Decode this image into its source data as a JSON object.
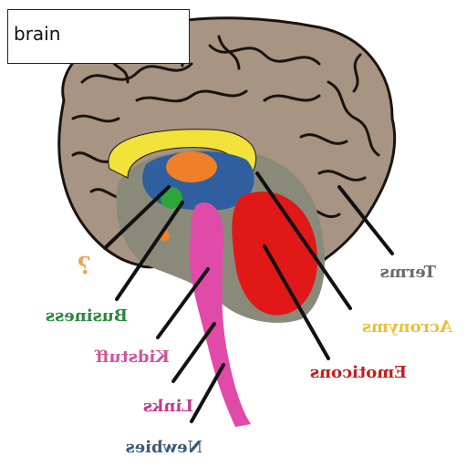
{
  "search_box": {
    "text": "brain"
  },
  "annotations": [
    {
      "id": "question",
      "text": "?",
      "color": "#e8a45a"
    },
    {
      "id": "terms",
      "text": "Terms",
      "color": "#6b6b6b"
    },
    {
      "id": "business",
      "text": "Business",
      "color": "#2a8a3a"
    },
    {
      "id": "acronyms",
      "text": "Acronyms",
      "color": "#e8c23a"
    },
    {
      "id": "kidstuff",
      "text": "Kidstuff",
      "color": "#d0559a"
    },
    {
      "id": "emoticons",
      "text": "Emoticons",
      "color": "#c41d1d"
    },
    {
      "id": "links",
      "text": "Links",
      "color": "#c03a8a"
    },
    {
      "id": "newbies",
      "text": "Newbies",
      "color": "#3a5a7a"
    }
  ],
  "colors": {
    "cortex": "#a89483",
    "cortex_fold": "#1a1410",
    "corpus_callosum": "#f2e23a",
    "thalamus": "#f07f2a",
    "green_region": "#2aa63a",
    "limbic_red": "#e01818",
    "inner_grey": "#8a8a7a",
    "blue_region": "#2f5f9f",
    "brainstem": "#e04aa8",
    "cerebellum_bg": "#8a9a8a"
  }
}
